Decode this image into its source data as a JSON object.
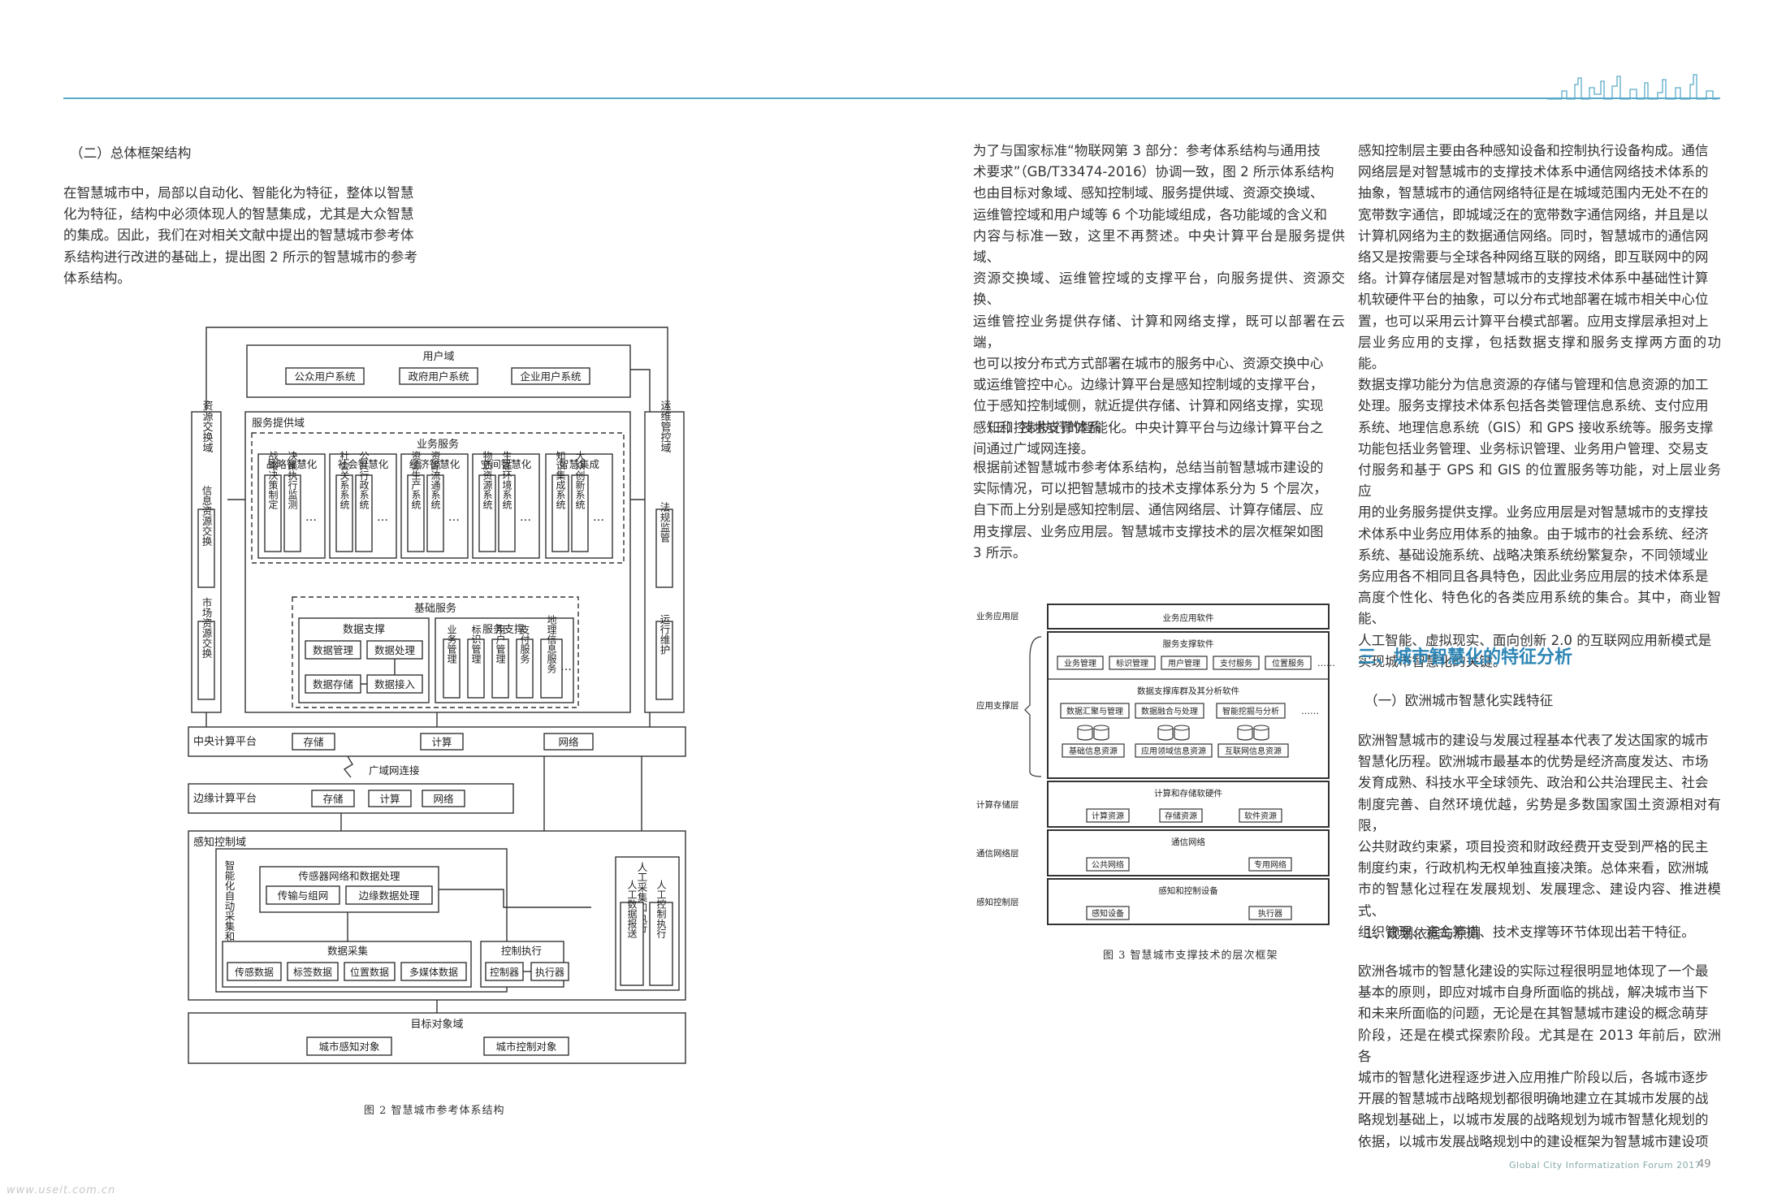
{
  "left_column": {
    "section_title": "（二）总体框架结构",
    "paragraph": "在智慧城市中，局部以自动化、智能化为特征，整体以智慧\n化为特征，结构中必须体现人的智慧集成，尤其是大众智慧\n的集成。因此，我们在对相关文献中提出的智慧城市参考体\n系结构进行改进的基础上，提出图 2 所示的智慧城市的参考\n体系结构。"
  },
  "figure2": {
    "caption": "图 2  智慧城市参考体系结构",
    "user_domain": "用户域",
    "user_systems": [
      "公众用户系统",
      "政府用户系统",
      "企业用户系统"
    ],
    "resource_exchange": "资源交换域",
    "resource_items": [
      "信息资源交换",
      "市场资源交换"
    ],
    "ops_domain": "运维管控域",
    "ops_items": [
      "法规监管",
      "运行维护"
    ],
    "service_domain": "服务提供域",
    "business_service": "业务服务",
    "biz_groups": [
      {
        "title": "战略智慧化",
        "items": [
          "战略决策制定",
          "决策执行监测"
        ]
      },
      {
        "title": "社会智慧化",
        "items": [
          "社会关系系统",
          "公共行政系统"
        ]
      },
      {
        "title": "经济智慧化",
        "items": [
          "资源生产系统",
          "资源流通系统"
        ]
      },
      {
        "title": "空间智慧化",
        "items": [
          "物质资源系统",
          "生态环境系统"
        ]
      },
      {
        "title": "智慧集成",
        "items": [
          "知识集成系统",
          "大众创新系统"
        ]
      }
    ],
    "ellipsis": "…",
    "basic_service": "基础服务",
    "data_support": "数据支撑",
    "data_items": [
      "数据管理",
      "数据处理",
      "数据存储",
      "数据接入"
    ],
    "service_support": "服务支撑",
    "service_items": [
      "业务管理",
      "标识管理",
      "用户管理",
      "支付服务",
      "地理信息服务"
    ],
    "central_platform": "中央计算平台",
    "central_items": [
      "存储",
      "计算",
      "网络"
    ],
    "wan": "广域网连接",
    "edge_platform": "边缘计算平台",
    "edge_items": [
      "存储",
      "计算",
      "网络"
    ],
    "sensing_domain": "感知控制域",
    "smart_collect": "智能化自动采集和执行",
    "sensor_network": "传感器网络和数据处理",
    "sensor_items": [
      "传输与组网",
      "边缘数据处理"
    ],
    "data_collect": "数据采集",
    "collect_items": [
      "传感数据",
      "标签数据",
      "位置数据",
      "多媒体数据"
    ],
    "control_exec": "控制执行",
    "control_items": [
      "控制器",
      "执行器"
    ],
    "manual": "人工采集和执行",
    "manual_items": [
      "人工数据报送",
      "人工控制执行"
    ],
    "target_domain": "目标对象域",
    "target_items": [
      "城市感知对象",
      "城市控制对象"
    ]
  },
  "middle_column": {
    "paragraph1": "为了与国家标准“物联网第 3 部分：参考体系结构与通用技\n术要求”（GB/T33474-2016）协调一致，图 2 所示体系结构\n也由目标对象域、感知控制域、服务提供域、资源交换域、\n运维管控域和用户域等 6 个功能域组成，各功能域的含义和\n内容与标准一致，这里不再赘述。中央计算平台是服务提供域、\n资源交换域、运维管控域的支撑平台，向服务提供、资源交换、\n运维管控业务提供存储、计算和网络支撑，既可以部署在云端，\n也可以按分布式方式部署在城市的服务中心、资源交换中心\n或运维管控中心。边缘计算平台是感知控制域的支撑平台，\n位于感知控制域侧，就近提供存储、计算和网络支撑，实现\n感知和控制执行的智能化。中央计算平台与边缘计算平台之\n间通过广域网连接。",
    "section_title": "（三）技术支撑体系",
    "paragraph2": "根据前述智慧城市参考体系结构，总结当前智慧城市建设的\n实际情况，可以把智慧城市的技术支撑体系分为 5 个层次，\n自下而上分别是感知控制层、通信网络层、计算存储层、应\n用支撑层、业务应用层。智慧城市支撑技术的层次框架如图\n3 所示。"
  },
  "figure3": {
    "caption": "图 3  智慧城市支撑技术的层次框架",
    "layers": [
      "业务应用层",
      "应用支撑层",
      "计算存储层",
      "通信网络层",
      "感知控制层"
    ],
    "biz_app_software": "业务应用软件",
    "service_support_software": "服务支撑软件",
    "service_support_items": [
      "业务管理",
      "标识管理",
      "用户管理",
      "支付服务",
      "位置服务"
    ],
    "data_software": "数据支撑库群及其分析软件",
    "data_software_items": [
      "数据汇聚与管理",
      "数据融合与处理",
      "智能挖掘与分析"
    ],
    "resource_items": [
      "基础信息资源",
      "应用领域信息资源",
      "互联网信息资源"
    ],
    "compute_hw": "计算和存储软硬件",
    "compute_items": [
      "计算资源",
      "存储资源",
      "软件资源"
    ],
    "comm_network": "通信网络",
    "comm_items": [
      "公共网络",
      "专用网络"
    ],
    "sense_control": "感知和控制设备",
    "sense_items": [
      "感知设备",
      "执行器"
    ],
    "dots": "……"
  },
  "right_column": {
    "paragraph1": "感知控制层主要由各种感知设备和控制执行设备构成。通信\n网络层是对智慧城市的支撑技术体系中通信网络技术体系的\n抽象，智慧城市的通信网络特征是在城域范围内无处不在的\n宽带数字通信，即城域泛在的宽带数字通信网络，并且是以\n计算机网络为主的数据通信网络。同时，智慧城市的通信网\n络又是按需要与全球各种网络互联的网络，即互联网中的网\n络。计算存储层是对智慧城市的支撑技术体系中基础性计算\n机软硬件平台的抽象，可以分布式地部署在城市相关中心位\n置，也可以采用云计算平台模式部署。应用支撑层承担对上\n层业务应用的支撑，包括数据支撑和服务支撑两方面的功能。\n数据支撑功能分为信息资源的存储与管理和信息资源的加工\n处理。服务支撑技术体系包括各类管理信息系统、支付应用\n系统、地理信息系统（GIS）和 GPS 接收系统等。服务支撑\n功能包括业务管理、业务标识管理、业务用户管理、交易支\n付服务和基于 GPS 和 GIS 的位置服务等功能，对上层业务应\n用的业务服务提供支撑。业务应用层是对智慧城市的支撑技\n术体系中业务应用体系的抽象。由于城市的社会系统、经济\n系统、基础设施系统、战略决策系统纷繁复杂，不同领域业\n务应用各不相同且各具特色，因此业务应用层的技术体系是\n高度个性化、特色化的各类应用系统的集合。其中，商业智能、\n人工智能、虚拟现实、面向创新 2.0 的互联网应用新模式是\n实现城市智慧化的关键。",
    "heading": "三、城市智慧化的特征分析",
    "sub1": "（一）欧洲城市智慧化实践特征",
    "paragraph2": "欧洲智慧城市的建设与发展过程基本代表了发达国家的城市\n智慧化历程。欧洲城市最基本的优势是经济高度发达、市场\n发育成熟、科技水平全球领先、政治和公共治理民主、社会\n制度完善、自然环境优越，劣势是多数国家国土资源相对有限，\n公共财政约束紧，项目投资和财政经费开支受到严格的民主\n制度约束，行政机构无权单独直接决策。总体来看，欧洲城\n市的智慧化过程在发展规划、发展理念、建设内容、推进模式、\n组织管理、资金筹措、技术支撑等环节体现出若干特征。",
    "sub2": "1、规划依据与原则",
    "paragraph3": "欧洲各城市的智慧化建设的实际过程很明显地体现了一个最\n基本的原则，即应对城市自身所面临的挑战，解决城市当下\n和未来所面临的问题，无论是在其智慧城市建设的概念萌芽\n阶段，还是在模式探索阶段。尤其是在 2013 年前后，欧洲各\n城市的智慧化进程逐步进入应用推广阶段以后，各城市逐步\n开展的智慧城市战略规划都很明确地建立在其城市发展的战\n略规划基础上，以城市发展的战略规划为城市智慧化规划的\n依据，以城市发展战略规划中的建设框架为智慧城市建设项"
  },
  "footer": {
    "forum": "Global City Informatization Forum 2017",
    "page_number": "49",
    "watermark": "www.useit.com.cn"
  },
  "colors": {
    "accent": "#2e86b5",
    "rule": "#5aaac8"
  }
}
